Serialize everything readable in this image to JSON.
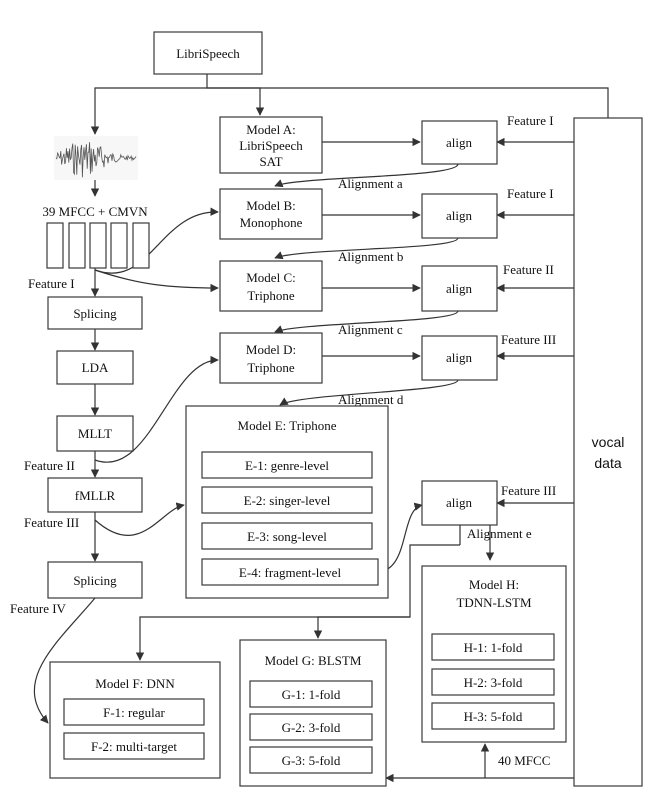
{
  "source": {
    "label": "LibriSpeech"
  },
  "input_features": {
    "label": "39 MFCC + CMVN"
  },
  "pipeline": {
    "splicing1": "Splicing",
    "lda": "LDA",
    "mllt": "MLLT",
    "fmllr": "fMLLR",
    "splicing2": "Splicing"
  },
  "feature_labels": {
    "f1": "Feature I",
    "f2": "Feature II",
    "f3": "Feature III",
    "f4": "Feature IV"
  },
  "models": {
    "a": {
      "line1": "Model A:",
      "line2": "LibriSpeech",
      "line3": "SAT"
    },
    "b": {
      "line1": "Model B:",
      "line2": "Monophone"
    },
    "c": {
      "line1": "Model C:",
      "line2": "Triphone"
    },
    "d": {
      "line1": "Model D:",
      "line2": "Triphone"
    },
    "e": {
      "title": "Model E:  Triphone",
      "items": [
        "E-1:  genre-level",
        "E-2:  singer-level",
        "E-3:  song-level",
        "E-4:  fragment-level"
      ]
    },
    "f": {
      "title": "Model F: DNN",
      "items": [
        "F-1: regular",
        "F-2: multi-target"
      ]
    },
    "g": {
      "title": "Model G: BLSTM",
      "items": [
        "G-1:  1-fold",
        "G-2:  3-fold",
        "G-3:  5-fold"
      ]
    },
    "h": {
      "line1": "Model H:",
      "line2": "TDNN-LSTM",
      "items": [
        "H-1:  1-fold",
        "H-2:  3-fold",
        "H-3:  5-fold"
      ]
    }
  },
  "align": {
    "label": "align"
  },
  "alignments": {
    "a": "Alignment a",
    "b": "Alignment b",
    "c": "Alignment c",
    "d": "Alignment d",
    "e": "Alignment e"
  },
  "right_feature_labels": [
    "Feature I",
    "Feature I",
    "Feature II",
    "Feature III",
    "Feature III"
  ],
  "vocal": {
    "line1": "vocal",
    "line2": "data"
  },
  "mfcc40": {
    "label": "40 MFCC"
  }
}
